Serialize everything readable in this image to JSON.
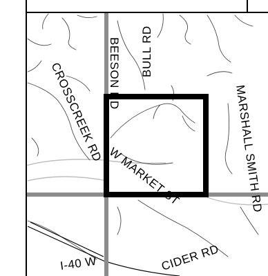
{
  "map": {
    "road_labels": {
      "crosscreek_rd": "CROSSCREEK RD",
      "beeson_rd": "BEESON RD",
      "bull_rd": "BULL RD",
      "marshall_smith_rd": "MARSHALL SMITH RD",
      "w_market_st": "W MARKET ST",
      "cider_rd": "CIDER RD",
      "i40_w": "I-40 W"
    },
    "colors": {
      "background": "#ffffff",
      "major_road": "#8c8c8c",
      "minor_road": "#bfbfbf",
      "stream": "#4a4a4a",
      "highlight_box": "#000000",
      "grid_line": "#000000"
    }
  }
}
